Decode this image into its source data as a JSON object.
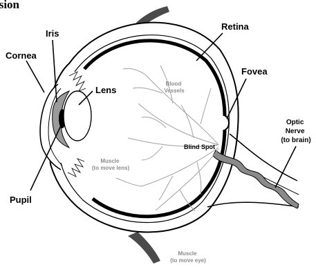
{
  "title_fragment": "ision",
  "labels": {
    "iris": "Iris",
    "cornea": "Cornea",
    "lens": "Lens",
    "pupil": "Pupil",
    "retina": "Retina",
    "fovea": "Fovea",
    "optic_nerve": [
      "Optic",
      "Nerve",
      "(to brain)"
    ],
    "blind_spot": "Blind Spot",
    "blood_vessels": [
      "Blood",
      "Vessels"
    ],
    "muscle_lens": [
      "Muscle",
      "(to move lens)"
    ],
    "muscle_eye": [
      "Muscle",
      "(to move eye)"
    ]
  },
  "colors": {
    "outline": "#000000",
    "retina": "#000000",
    "muscle": "#4a4a4a",
    "nerve": "#8a8a8a",
    "vessels": "#a0a0a0",
    "gray_label": "#8c8c8c",
    "background": "#ffffff"
  }
}
